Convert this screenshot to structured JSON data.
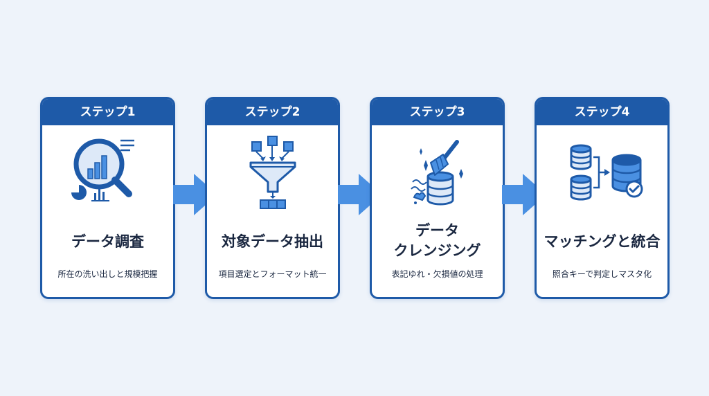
{
  "colors": {
    "primary": "#1e5aa8",
    "accent": "#4a90e2",
    "background": "#eef3fa",
    "text": "#1a2740"
  },
  "steps": [
    {
      "header": "ステップ1",
      "title": "データ調査",
      "description": "所在の洗い出しと規模把握",
      "icon": "magnifier-chart-icon"
    },
    {
      "header": "ステップ2",
      "title": "対象データ抽出",
      "description": "項目選定とフォーマット統一",
      "icon": "funnel-filter-icon"
    },
    {
      "header": "ステップ3",
      "title_lines": [
        "データ",
        "クレンジング"
      ],
      "description": "表記ゆれ・欠損値の処理",
      "icon": "database-broom-icon"
    },
    {
      "header": "ステップ4",
      "title": "マッチングと統合",
      "description": "照合キーで判定しマスタ化",
      "icon": "database-merge-icon"
    }
  ]
}
